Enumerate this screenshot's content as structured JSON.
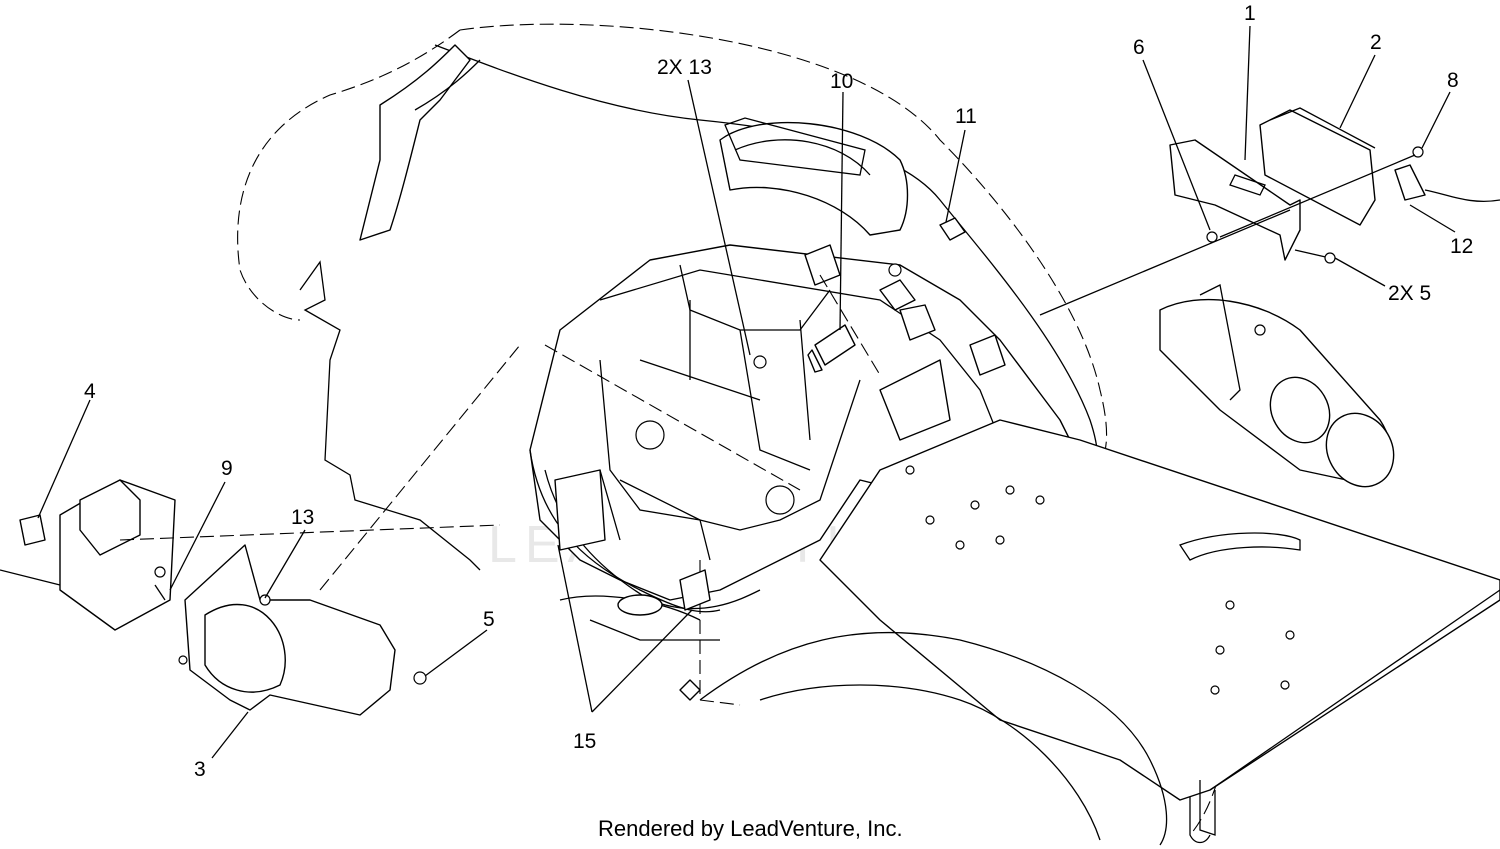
{
  "callouts": [
    {
      "id": "c1",
      "text": "1"
    },
    {
      "id": "c2",
      "text": "2"
    },
    {
      "id": "c2x13",
      "text": "2X 13"
    },
    {
      "id": "c10",
      "text": "10"
    },
    {
      "id": "c6",
      "text": "6"
    },
    {
      "id": "c8",
      "text": "8"
    },
    {
      "id": "c11",
      "text": "11"
    },
    {
      "id": "c12",
      "text": "12"
    },
    {
      "id": "c2x5",
      "text": "2X 5"
    },
    {
      "id": "c4",
      "text": "4"
    },
    {
      "id": "c9",
      "text": "9"
    },
    {
      "id": "c13",
      "text": "13"
    },
    {
      "id": "c5",
      "text": "5"
    },
    {
      "id": "c3",
      "text": "3"
    },
    {
      "id": "c15",
      "text": "15"
    }
  ],
  "watermark": "LEADVENTURE",
  "footer": "Rendered by LeadVenture, Inc."
}
